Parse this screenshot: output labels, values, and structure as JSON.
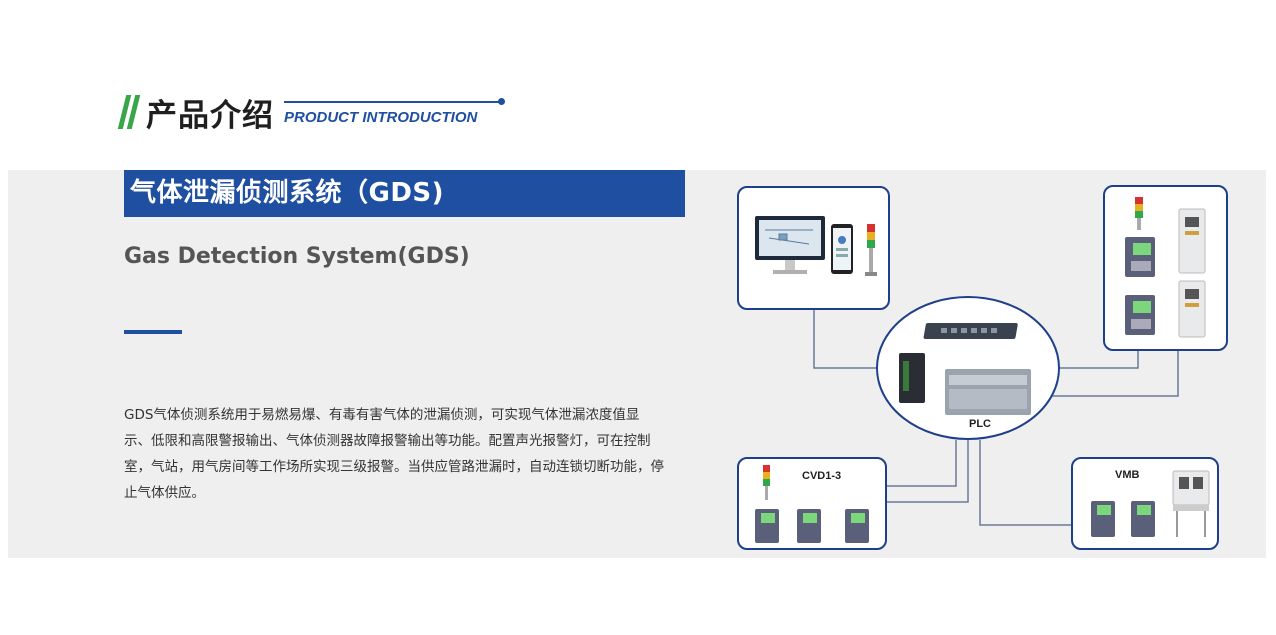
{
  "header": {
    "title_cn": "产品介绍",
    "title_en": "PRODUCT INTRODUCTION"
  },
  "product": {
    "title": "气体泄漏侦测系统（GDS)",
    "subtitle": "Gas Detection System(GDS)",
    "description": "GDS气体侦测系统用于易燃易爆、有毒有害气体的泄漏侦测，可实现气体泄漏浓度值显示、低限和高限警报输出、气体侦测器故障报警输出等功能。配置声光报警灯，可在控制室，气站，用气房间等工作场所实现三级报警。当供应管路泄漏时，自动连锁切断功能，停止气体供应。"
  },
  "diagram": {
    "plc_label": "PLC",
    "cvd_label": "CVD1-3",
    "vmb_label": "VMB"
  },
  "colors": {
    "brand_blue": "#1e4fa0",
    "green": "#3aa64a",
    "panel_bg": "#efefef",
    "box_border": "#1e3f8c"
  }
}
